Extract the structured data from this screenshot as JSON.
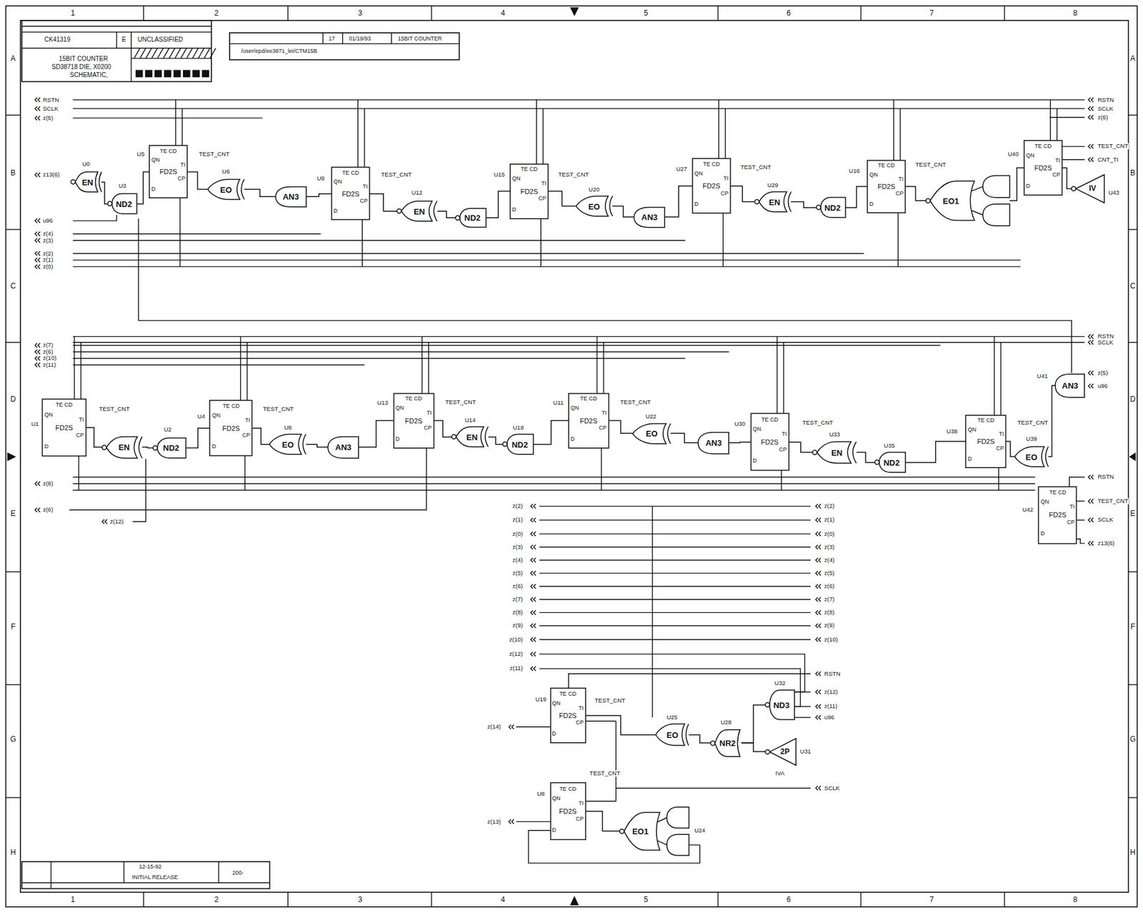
{
  "diagram": {
    "nodes": [
      {
        "text": [
          "EN"
        ]
      },
      {
        "text": [
          "ND2"
        ]
      },
      {
        "text": [
          "FD2S",
          "TE CD",
          "QN",
          "TI",
          "CP",
          "D"
        ]
      },
      {
        "text": [
          "EO"
        ]
      },
      {
        "text": [
          "AN3"
        ]
      },
      {
        "text": [
          "FD2S",
          "TE CD",
          "QN",
          "TI",
          "CP",
          "D"
        ]
      },
      {
        "text": [
          "EN"
        ]
      },
      {
        "text": [
          "ND2"
        ]
      },
      {
        "text": [
          "FD2S",
          "TE CD",
          "QN",
          "TI",
          "CP",
          "D"
        ]
      },
      {
        "text": [
          "EO"
        ]
      },
      {
        "text": [
          "AN3"
        ]
      },
      {
        "text": [
          "FD2S",
          "TE CD",
          "QN",
          "TI",
          "CP",
          "D"
        ]
      },
      {
        "text": [
          "EN"
        ]
      },
      {
        "text": [
          "ND2"
        ]
      },
      {
        "text": [
          "FD2S",
          "TE CD",
          "QN",
          "TI",
          "CP",
          "D"
        ]
      },
      {
        "text": [
          "EO1"
        ]
      },
      {
        "text": [
          "FD2S",
          "TE CD",
          "QN",
          "TI",
          "CP",
          "D"
        ]
      },
      {
        "text": [
          "IV"
        ]
      },
      {
        "text": [
          "FD2S",
          "TE CD",
          "QN",
          "TI",
          "CP",
          "D"
        ]
      },
      {
        "text": [
          "EN"
        ]
      },
      {
        "text": [
          "ND2"
        ]
      },
      {
        "text": [
          "FD2S",
          "TE CD",
          "QN",
          "TI",
          "CP",
          "D"
        ]
      },
      {
        "text": [
          "EO"
        ]
      },
      {
        "text": [
          "AN3"
        ]
      },
      {
        "text": [
          "FD2S",
          "TE CD",
          "QN",
          "TI",
          "CP",
          "D"
        ]
      },
      {
        "text": [
          "EN"
        ]
      },
      {
        "text": [
          "ND2"
        ]
      },
      {
        "text": [
          "FD2S",
          "TE CD",
          "QN",
          "TI",
          "CP",
          "D"
        ]
      },
      {
        "text": [
          "EO"
        ]
      },
      {
        "text": [
          "AN3"
        ]
      },
      {
        "text": [
          "FD2S",
          "TE CD",
          "QN",
          "TI",
          "CP",
          "D"
        ]
      },
      {
        "text": [
          "EN"
        ]
      },
      {
        "text": [
          "ND2"
        ]
      },
      {
        "text": [
          "FD2S",
          "TE CD",
          "QN",
          "TI",
          "CP",
          "D"
        ]
      },
      {
        "text": [
          "EO"
        ]
      },
      {
        "text": [
          "AN3"
        ]
      },
      {
        "text": [
          "FD2S",
          "TE CD",
          "QN",
          "TI",
          "CP",
          "D"
        ]
      },
      {
        "text": [
          "FD2S",
          "TE CD",
          "QN",
          "TI",
          "CP",
          "D"
        ]
      },
      {
        "text": [
          "EO"
        ]
      },
      {
        "text": [
          "NR2"
        ]
      },
      {
        "text": [
          "ND3"
        ]
      },
      {
        "text": [
          "2P"
        ]
      },
      {
        "text": [
          "FD2S",
          "TE CD",
          "QN",
          "TI",
          "CP",
          "D"
        ]
      },
      {
        "text": [
          "EO1"
        ]
      }
    ],
    "edges": [
      {
        "from": 17,
        "to": 16,
        "arrow": "none"
      },
      {
        "from": 16,
        "to": 15,
        "arrow": "none"
      },
      {
        "from": 15,
        "to": 14,
        "arrow": "none"
      },
      {
        "from": 14,
        "to": 13,
        "arrow": "none"
      },
      {
        "from": 13,
        "to": 12,
        "arrow": "none"
      },
      {
        "from": 12,
        "to": 11,
        "arrow": "none"
      },
      {
        "from": 11,
        "to": 10,
        "arrow": "none"
      },
      {
        "from": 10,
        "to": 9,
        "arrow": "none"
      },
      {
        "from": 9,
        "to": 8,
        "arrow": "none"
      },
      {
        "from": 8,
        "to": 7,
        "arrow": "none"
      },
      {
        "from": 7,
        "to": 6,
        "arrow": "none"
      },
      {
        "from": 6,
        "to": 5,
        "arrow": "none"
      },
      {
        "from": 5,
        "to": 4,
        "arrow": "none"
      },
      {
        "from": 4,
        "to": 3,
        "arrow": "none"
      },
      {
        "from": 3,
        "to": 2,
        "arrow": "none"
      },
      {
        "from": 2,
        "to": 1,
        "arrow": "none"
      },
      {
        "from": 1,
        "to": 0,
        "arrow": "none"
      },
      {
        "from": 35,
        "to": 34,
        "arrow": "none"
      },
      {
        "from": 34,
        "to": 33,
        "arrow": "none"
      },
      {
        "from": 33,
        "to": 32,
        "arrow": "none"
      },
      {
        "from": 32,
        "to": 31,
        "arrow": "none"
      },
      {
        "from": 31,
        "to": 30,
        "arrow": "none"
      },
      {
        "from": 30,
        "to": 29,
        "arrow": "none"
      },
      {
        "from": 29,
        "to": 28,
        "arrow": "none"
      },
      {
        "from": 28,
        "to": 27,
        "arrow": "none"
      },
      {
        "from": 27,
        "to": 26,
        "arrow": "none"
      },
      {
        "from": 26,
        "to": 25,
        "arrow": "none"
      },
      {
        "from": 25,
        "to": 24,
        "arrow": "none"
      },
      {
        "from": 24,
        "to": 23,
        "arrow": "none"
      },
      {
        "from": 23,
        "to": 22,
        "arrow": "none"
      },
      {
        "from": 22,
        "to": 21,
        "arrow": "none"
      },
      {
        "from": 21,
        "to": 20,
        "arrow": "none"
      },
      {
        "from": 20,
        "to": 19,
        "arrow": "none"
      },
      {
        "from": 19,
        "to": 18,
        "arrow": "none"
      },
      {
        "from": 40,
        "to": 39,
        "arrow": "none"
      },
      {
        "from": 41,
        "to": 39,
        "arrow": "none"
      },
      {
        "from": 39,
        "to": 38,
        "arrow": "none"
      },
      {
        "from": 38,
        "to": 37,
        "arrow": "none"
      },
      {
        "from": 43,
        "to": 42,
        "arrow": "none"
      }
    ],
    "labels": [
      "SCHEMATIC,",
      "SD38718 DIE, X0200",
      "15BIT COUNTER",
      "CK41319",
      "E",
      "UNCLASSIFIED",
      "15BIT COUNTER",
      "01/19/93",
      "17",
      "/user/epd/ee3871_lei/CTM15B",
      "12-15-92",
      "INITIAL RELEASE",
      "200-",
      "1",
      "2",
      "3",
      "4",
      "5",
      "6",
      "7",
      "8",
      "1",
      "2",
      "3",
      "4",
      "5",
      "6",
      "7",
      "8",
      "A",
      "B",
      "C",
      "D",
      "E",
      "F",
      "G",
      "H",
      "A",
      "B",
      "C",
      "D",
      "E",
      "F",
      "G",
      "H",
      "RSTN",
      "SCLK",
      "z(5)",
      "z13(6)",
      "u96",
      "z(4)",
      "z(3)",
      "z(2)",
      "z(1)",
      "z(0)",
      "z(7)",
      "z(6)",
      "z(10)",
      "z(11)",
      "z(8)",
      "z(6)",
      "z(12)",
      "RSTN",
      "SCLK",
      "z(6)",
      "TEST_CNT",
      "CNT_TI",
      "RSTN",
      "SCLK",
      "z(5)",
      "u96",
      "RSTN",
      "TEST_CNT",
      "SCLK",
      "z13(6)",
      "z(2)",
      "z(1)",
      "z(0)",
      "z(3)",
      "z(4)",
      "z(5)",
      "z(6)",
      "z(7)",
      "z(8)",
      "z(9)",
      "z(10)",
      "z(12)",
      "z(11)",
      "z(14)",
      "z(13)",
      "z(2)",
      "z(1)",
      "z(0)",
      "z(3)",
      "z(4)",
      "z(5)",
      "z(6)",
      "z(7)",
      "z(8)",
      "z(9)",
      "z(10)",
      "RSTN",
      "z(12)",
      "z(11)",
      "u96",
      "SCLK",
      "U5",
      "TEST_CNT",
      "U9",
      "TEST_CNT",
      "U15",
      "TEST_CNT",
      "U27",
      "TEST_CNT",
      "U16",
      "TEST_CNT",
      "U40",
      "U1",
      "TEST_CNT",
      "U4",
      "TEST_CNT",
      "U13",
      "TEST_CNT",
      "U11",
      "TEST_CNT",
      "U30",
      "TEST_CNT",
      "U38",
      "TEST_CNT",
      "U42",
      "U19",
      "TEST_CNT",
      "U8",
      "TEST_CNT",
      "U0",
      "U3",
      "U6",
      "U12",
      "U20",
      "U29",
      "U43",
      "U2",
      "U8",
      "U14",
      "U18",
      "U22",
      "U33",
      "U35",
      "U39",
      "U41",
      "U25",
      "U28",
      "U32",
      "IVA",
      "U31",
      "U24"
    ]
  }
}
